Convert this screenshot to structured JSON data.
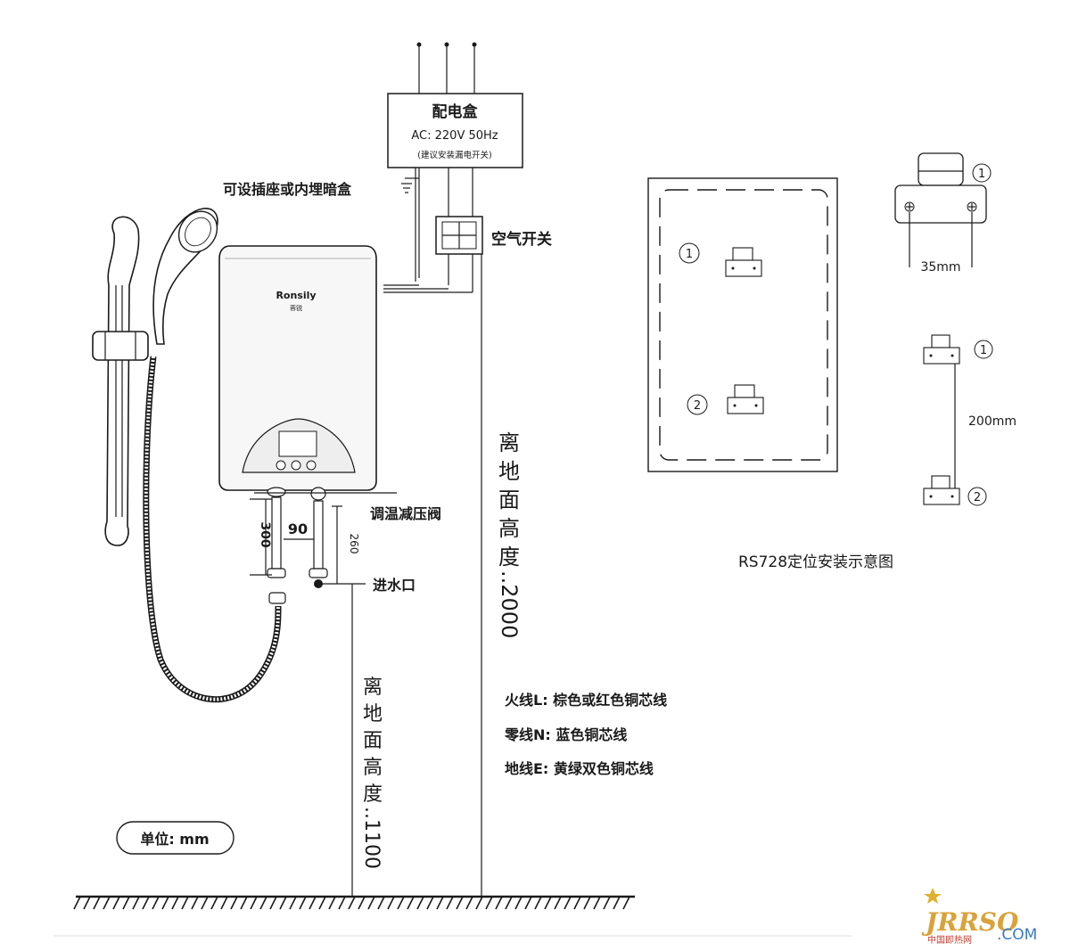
{
  "distribution_box": {
    "title": "配电盒",
    "spec": "AC: 220V  50Hz",
    "note": "(建议安装漏电开关)"
  },
  "socket_label": "可设插座或内埋暗盒",
  "air_switch_label": "空气开关",
  "heater_brand": "Ronsily",
  "heater_brand_cn": "蓉锐",
  "valve_label": "调温减压阀",
  "inlet_label": "进水口",
  "dimensions": {
    "left_height": "300",
    "spacing": "90",
    "right_height": "260"
  },
  "height_2000": {
    "chars": [
      "离",
      "地",
      "面",
      "高",
      "度"
    ],
    "value": "..2000"
  },
  "height_1100": {
    "chars": [
      "离",
      "地",
      "面",
      "高",
      "度"
    ],
    "value": "..1100"
  },
  "wiring": {
    "live": "火线L:  棕色或红色铜芯线",
    "neutral": "零线N:  蓝色铜芯线",
    "earth": "地线E:  黄绿双色铜芯线"
  },
  "unit_label": "单位: mm",
  "mounting": {
    "marker_1": "①",
    "marker_2": "②",
    "dim_35": "35mm",
    "dim_200": "200mm",
    "caption": "RS728定位安装示意图"
  },
  "watermark": {
    "logo": "JRRSO",
    "site": "中国即热网",
    "domain": ".COM"
  }
}
